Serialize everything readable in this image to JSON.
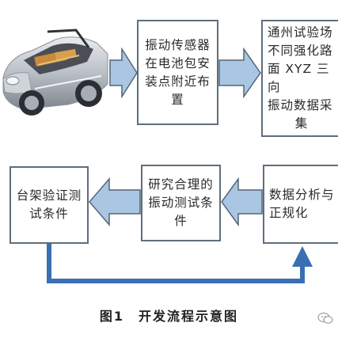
{
  "flow": {
    "box1": {
      "lines": [
        "振动传感器",
        "在电池包安",
        "装点附近布",
        "置"
      ]
    },
    "box2": {
      "lines": [
        "通州试验场",
        "不同强化路",
        "面 XYZ 三向",
        "振动数据采",
        "集"
      ]
    },
    "box3": {
      "lines": [
        "数据分析与",
        "正规化"
      ]
    },
    "box4": {
      "lines": [
        "研究合理的",
        "振动测试条",
        "件"
      ]
    },
    "box5": {
      "lines": [
        "台架验证测",
        "试条件"
      ]
    }
  },
  "caption": "图1　开发流程示意图",
  "colors": {
    "box_border": "#5f6e7c",
    "arrow_fill": "#a9c6e3",
    "arrow_stroke": "#556576",
    "loop_arrow": "#3a6fb4"
  },
  "icons": {
    "photo": "car-chassis-photo",
    "watermark": "wechat-logo"
  }
}
